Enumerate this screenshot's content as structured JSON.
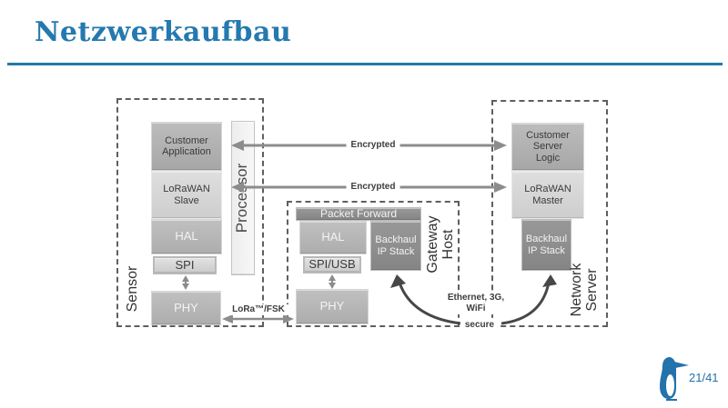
{
  "title": "Netzwerkaufbau",
  "page_number": "21/41",
  "colors": {
    "accent": "#2479af",
    "rule": "#1f7ba6",
    "straight_arrow": "#8c8c8c",
    "curved_arrow": "#474747"
  },
  "sensor": {
    "label": "Sensor",
    "customer_application": "Customer\nApplication",
    "lorawan_slave": "LoRaWAN\nSlave",
    "hal": "HAL",
    "spi": "SPI",
    "phy": "PHY"
  },
  "processor": {
    "label": "Processor"
  },
  "gateway": {
    "label": "Gateway\nHost",
    "packet_forward": "Packet Forward",
    "hal": "HAL",
    "backhaul_ip_stack": "Backhaul\nIP Stack",
    "spi_usb": "SPI/USB",
    "phy": "PHY"
  },
  "network_server": {
    "label": "Network\nServer",
    "customer_server_logic": "Customer\nServer\nLogic",
    "lorawan_master": "LoRaWAN\nMaster",
    "backhaul_ip_stack": "Backhaul\nIP Stack"
  },
  "connections": {
    "encrypted_app": "Encrypted",
    "encrypted_mac": "Encrypted",
    "radio": "LoRa™/FSK",
    "backhaul_link": "Ethernet, 3G,\nWiFi",
    "secure": "secure"
  }
}
